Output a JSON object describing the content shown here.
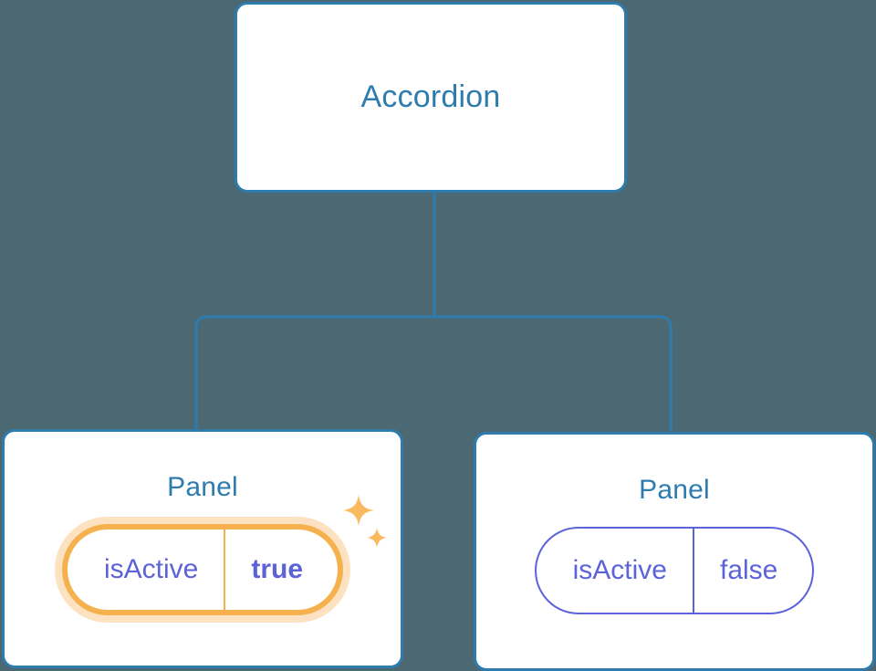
{
  "diagram": {
    "type": "component-tree",
    "background_color": "#4c6873",
    "node_border_color": "#2e7cae",
    "node_title_color": "#2e7cae",
    "connector_color": "#2e7cae",
    "prop_color": "#5c63d8",
    "highlight_color": "#f5b14d",
    "highlight_glow_color": "#f7b96a"
  },
  "root": {
    "title": "Accordion"
  },
  "children": [
    {
      "title": "Panel",
      "highlighted": true,
      "prop": {
        "key": "isActive",
        "value": "true"
      },
      "sparkles": [
        {
          "icon": "sparkle-icon",
          "size": "large"
        },
        {
          "icon": "sparkle-icon",
          "size": "small"
        }
      ]
    },
    {
      "title": "Panel",
      "highlighted": false,
      "prop": {
        "key": "isActive",
        "value": "false"
      },
      "sparkles": []
    }
  ]
}
